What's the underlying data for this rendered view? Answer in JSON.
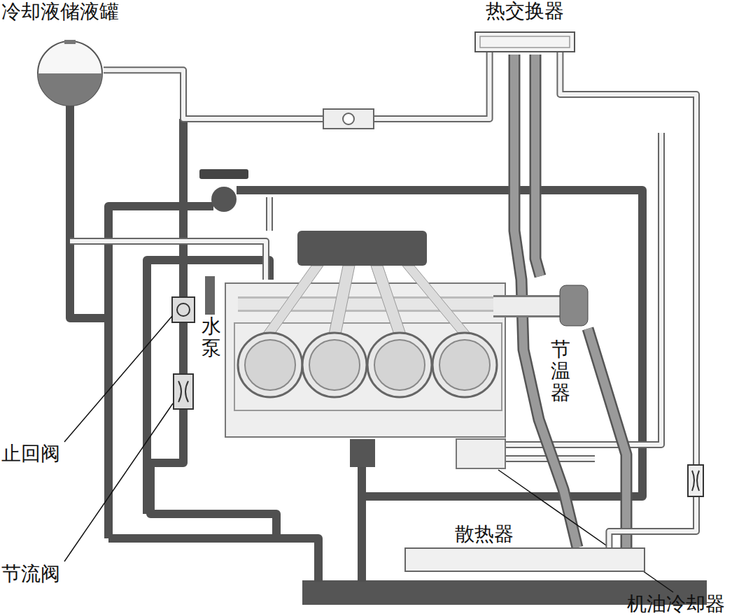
{
  "diagram": {
    "nodes": [
      {
        "text": [
          "冷却液储液罐"
        ]
      },
      {
        "text": [
          "热交换器"
        ]
      },
      {
        "text": [
          "散热器"
        ]
      }
    ],
    "edges": [
      {
        "from": 0,
        "to": 1,
        "arrow": "none"
      },
      {
        "from": 1,
        "to": 2,
        "arrow": "none"
      }
    ],
    "labels": [
      "水泵",
      "节温器",
      "止回阀",
      "节流阀",
      "机油冷却器"
    ]
  }
}
